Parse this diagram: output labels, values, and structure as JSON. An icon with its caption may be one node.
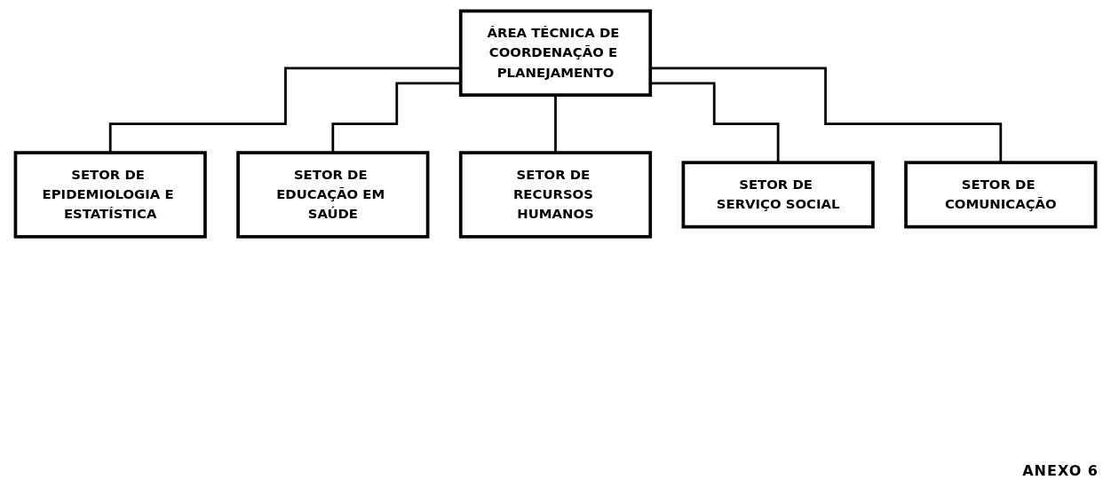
{
  "diagram": {
    "nodes": [
      {
        "text": [
          "ÁREA TÉCNICA DE COORDENAÇÃO E PLANEJAMENTO"
        ]
      },
      {
        "text": [
          "SETOR DE EPIDEMIOLOGIA E ESTATÍSTICA"
        ]
      },
      {
        "text": [
          "SETOR DE EDUCAÇÃO EM SAÚDE"
        ]
      },
      {
        "text": [
          "SETOR DE RECURSOS HUMANOS"
        ]
      },
      {
        "text": [
          "SETOR DE SERVIÇO SOCIAL"
        ]
      },
      {
        "text": [
          "SETOR DE COMUNICAÇÃO"
        ]
      }
    ],
    "edges": [
      {
        "from": 0,
        "to": 1,
        "arrow": "none"
      },
      {
        "from": 0,
        "to": 2,
        "arrow": "none"
      },
      {
        "from": 0,
        "to": 3,
        "arrow": "none"
      },
      {
        "from": 0,
        "to": 4,
        "arrow": "none"
      },
      {
        "from": 0,
        "to": 5,
        "arrow": "none"
      }
    ],
    "labels": [
      "ANEXO 6"
    ]
  }
}
